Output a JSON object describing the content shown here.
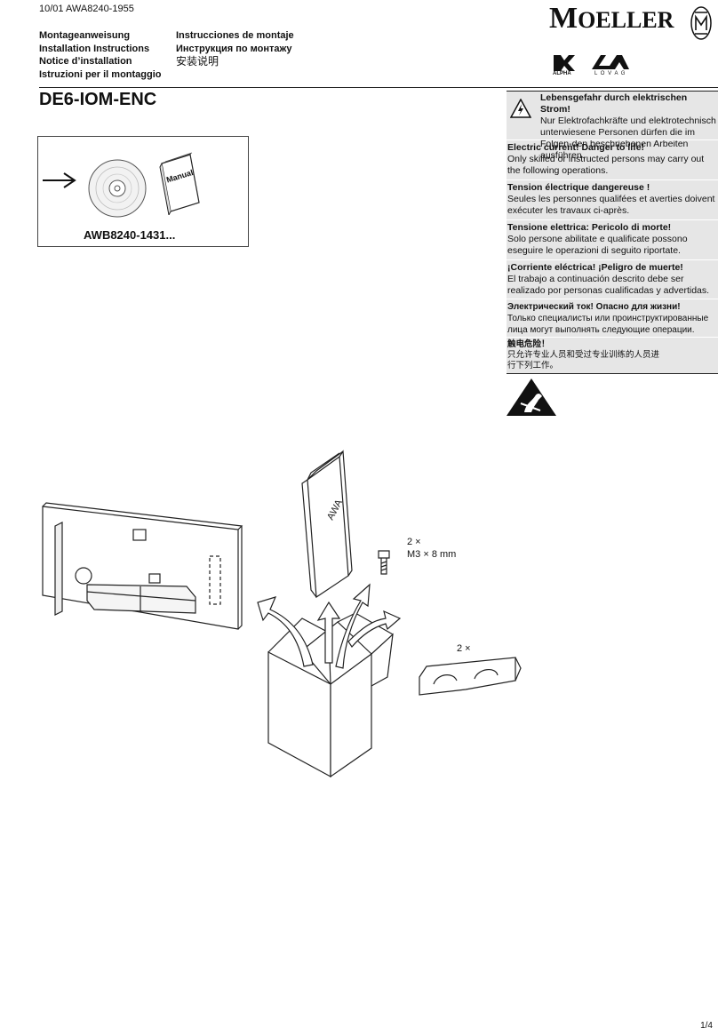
{
  "header": {
    "doc_ref": "10/01 AWA8240-1955",
    "brand": "MOELLER",
    "brand_first": "M",
    "brand_rest": "OELLER",
    "logo_alpha": "ALPHA",
    "logo_lovag": "L O V A G"
  },
  "languages_left": [
    "Montageanweisung",
    "Installation Instructions",
    "Notice d’installation",
    "Istruzioni per il montaggio"
  ],
  "languages_right": [
    "Instrucciones de montaje",
    "Инструкция по монтажу",
    "安装说明"
  ],
  "product_title": "DE6-IOM-ENC",
  "doc_box": {
    "manual_label": "Manual",
    "reference": "AWB8240-1431..."
  },
  "warnings": [
    {
      "heading": "Lebensgefahr durch elektrischen Strom!",
      "body": "Nur Elektrofachkräfte und elektrotechnisch unterwiesene Personen dürfen die im Folgen-den beschriebenen Arbeiten ausführen."
    },
    {
      "heading": "Electric current! Danger to life!",
      "body": "Only skilled or instructed persons may carry out the following operations."
    },
    {
      "heading": "Tension électrique dangereuse !",
      "body": "Seules les personnes qualifées et averties doivent exécuter les travaux ci-après."
    },
    {
      "heading": "Tensione elettrica: Pericolo di morte!",
      "body": "Solo persone abilitate e qualificate possono eseguire le operazioni di seguito riportate."
    },
    {
      "heading": "¡Corriente eléctrica! ¡Peligro de muerte!",
      "body": "El trabajo a continuación descrito debe ser realizado por personas cualificadas y advertidas."
    },
    {
      "heading": "Электрический ток! Опасно для жизни!",
      "body": "Только специалисты или проинструктированные лица могут выполнять следующие операции."
    },
    {
      "heading": "触电危险！",
      "body": "只允许专业人员和受过专业训练的人员进行下列工作。"
    }
  ],
  "figure": {
    "booklet_label": "AWA",
    "screw_qty": "2 ×",
    "screw_spec": "M3 × 8 mm",
    "clamp_qty": "2 ×"
  },
  "footer": {
    "page": "1/4"
  },
  "colors": {
    "panel_bg": "#e6e6e6",
    "ink": "#111111"
  },
  "icons": [
    "arrow-right-icon",
    "cd-icon",
    "manual-book-icon",
    "warning-triangle-icon",
    "esd-warning-icon"
  ]
}
